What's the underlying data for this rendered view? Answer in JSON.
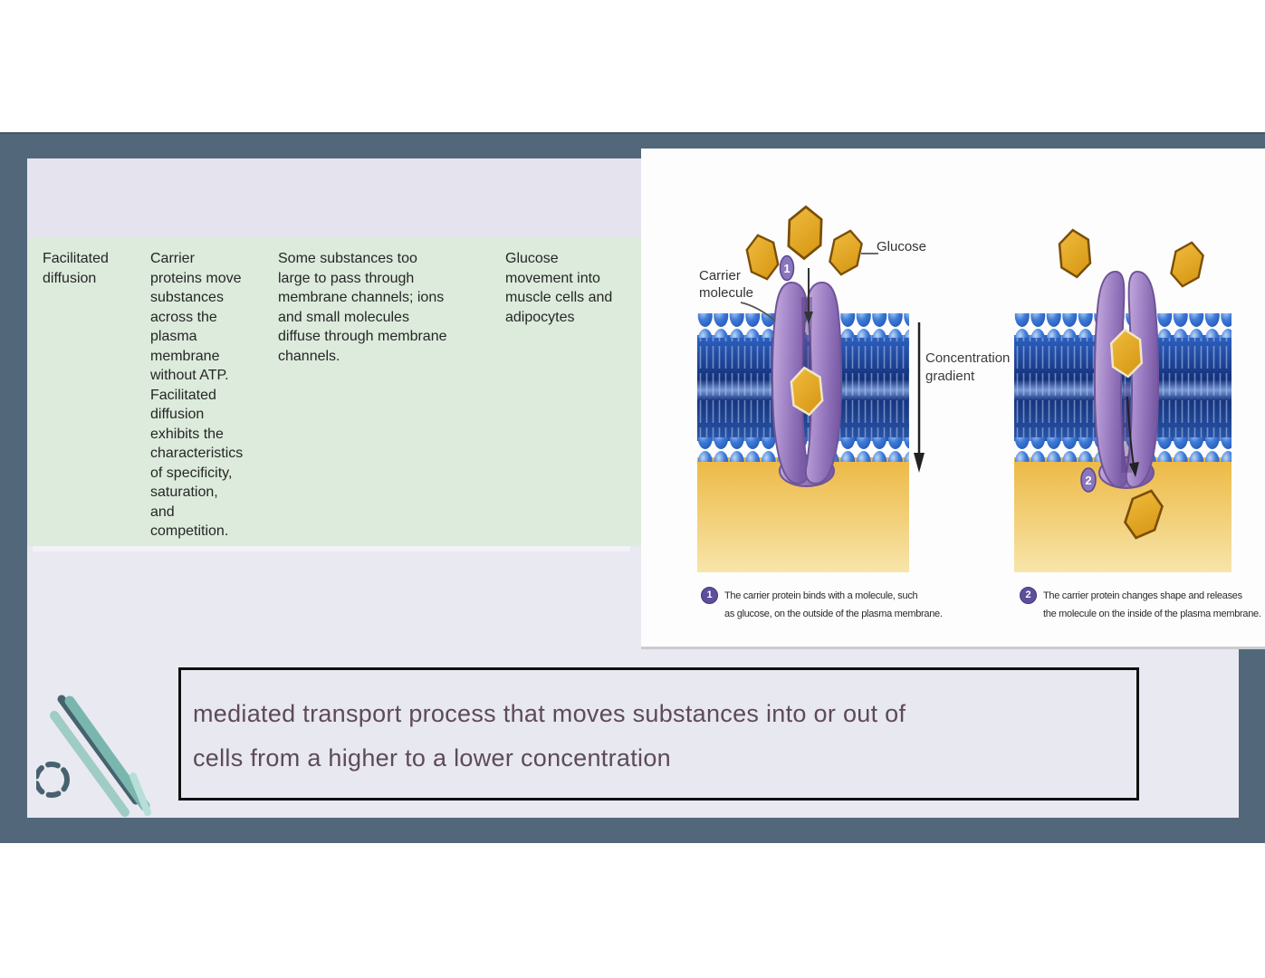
{
  "slide": {
    "table": {
      "col1": {
        "lines": [
          "Facilitated",
          "diffusion"
        ]
      },
      "col2": {
        "lines": [
          "Carrier",
          "proteins move",
          "substances",
          "across the",
          "plasma",
          "membrane",
          "without ATP.",
          "Facilitated",
          "diffusion",
          "exhibits the",
          "characteristics",
          "of specificity,",
          "saturation,",
          "and",
          "competition."
        ]
      },
      "col3": {
        "lines": [
          "Some substances too",
          "large to pass through",
          "membrane channels; ions",
          "and small molecules",
          "diffuse through membrane",
          "channels."
        ]
      },
      "col4": {
        "lines": [
          "Glucose",
          "movement into",
          "muscle cells and",
          "adipocytes"
        ]
      }
    },
    "definition": {
      "lines": [
        "mediated transport process that moves substances into or out of",
        "cells from a higher to a lower concentration"
      ]
    },
    "figure": {
      "glucose_label": "Glucose",
      "carrier_label": {
        "lines": [
          "Carrier",
          "molecule"
        ]
      },
      "gradient_label": {
        "lines": [
          "Concentration",
          "gradient"
        ]
      },
      "step1": {
        "num": "1",
        "caption": {
          "lines": [
            "The carrier protein binds with a molecule, such",
            "as glucose, on the outside of the plasma membrane."
          ]
        }
      },
      "step2": {
        "num": "2",
        "caption": {
          "lines": [
            "The carrier protein changes shape and releases",
            "the molecule on the inside of the plasma membrane."
          ]
        }
      }
    },
    "colors": {
      "band": "#52687a",
      "slide_bg": "#e9e9f1",
      "table_green": "#dcebdc",
      "definition_text": "#5d4b57",
      "accent_teal": "#79b7ae",
      "accent_slate": "#47626f",
      "membrane_blue": "#1c4fae",
      "protein_purple": "#9d7fc4",
      "glucose_gold": "#e2a62c",
      "badge_purple": "#5e4e9c"
    }
  }
}
